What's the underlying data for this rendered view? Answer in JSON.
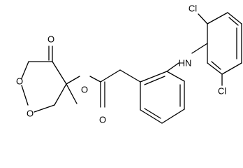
{
  "molecule": {
    "atom_labels": {
      "cl_top": "Cl",
      "cl_bottom": "Cl",
      "nh": "HN",
      "o_ring_top": "O",
      "o_ring_bottom": "O",
      "o_carbonyl_ring": "O",
      "o_ester_link": "O",
      "o_ester_carbonyl": "O"
    }
  },
  "colors": {
    "bond": "#000000",
    "text": "#000000",
    "background": "#ffffff"
  }
}
